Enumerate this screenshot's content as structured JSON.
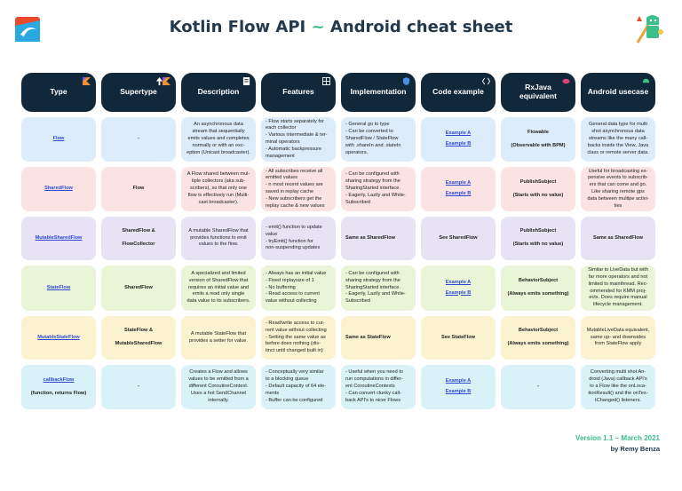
{
  "title": {
    "main": "Kotlin Flow API",
    "tilde": "~",
    "sub": "Android cheat sheet"
  },
  "headers": [
    "Type",
    "Supertype",
    "Description",
    "Features",
    "Implementation",
    "Code example",
    "RxJava equivalent",
    "Android usecase"
  ],
  "rows": [
    {
      "type": [
        "Flow"
      ],
      "supertype": [
        "-"
      ],
      "description": [
        "An asynchronous data",
        "stream that sequentially",
        "emits values and completes",
        "normally or with an exc-",
        "eption (Unicast broadcaster)."
      ],
      "features": [
        "- Flow starts separately for",
        "each collector",
        "- Various intermediate & ter-",
        "minal operators",
        "- Automatic backpressure",
        "management"
      ],
      "implementation": [
        "- General go to type",
        "- Can be converted to",
        "SharedFlow / StateFlow",
        "with .shareIn and .stateIn",
        "operators."
      ],
      "code": [
        "Example A",
        "Example B"
      ],
      "rx": [
        "Flowable",
        "",
        "(Observable with BPM)"
      ],
      "usecase": [
        "General data type for multi",
        "shot asynchronous data",
        "streams like the many call-",
        "backs inside the View, Java",
        "class or remote server data."
      ]
    },
    {
      "type": [
        "SharedFlow"
      ],
      "supertype": [
        "Flow"
      ],
      "description": [
        "A Flow shared between mul-",
        "tiple collectors (aka sub-",
        "scribers), so that only one",
        "flow is effectively run (Multi-",
        "cast broadcaster)."
      ],
      "features": [
        "- All subscribes receive all",
        "emitted values",
        "- n most recent values are",
        "saved in replay cache",
        "- New subscribers get the",
        "replay cache & new values"
      ],
      "implementation": [
        "- Can be configured with",
        "sharing strategy from the",
        "SharingStarted interface.",
        "- Eagerly, Lazily and While-",
        "Subscribed"
      ],
      "code": [
        "Example A",
        "Example B"
      ],
      "rx": [
        "PublishSubject",
        "",
        "(Starts with no value)"
      ],
      "usecase": [
        "Useful for broadcasting ex-",
        "pensive events to subscrib-",
        "ers that can come and go.",
        "Like sharing remote gps",
        "data between multipe activi-",
        "ties"
      ]
    },
    {
      "type": [
        "MutableSharedFlow"
      ],
      "supertype": [
        "SharedFlow &",
        "",
        "FlowCollector"
      ],
      "description": [
        "A mutable SharedFlow that",
        "provides functions to emit",
        "values to the flow."
      ],
      "features": [
        "- emit() function to update",
        "value",
        "- tryEmit() function for",
        "non-suspending updates"
      ],
      "implementation": [
        "Same as SharedFlow"
      ],
      "code": [
        "See SharedFlow"
      ],
      "rx": [
        "PublishSubject",
        "",
        "(Starts with no value)"
      ],
      "usecase": [
        "Same as SharedFlow"
      ]
    },
    {
      "type": [
        "StateFlow"
      ],
      "supertype": [
        "SharedFlow"
      ],
      "description": [
        "A specialized and limited",
        "version of SharedFlow that",
        "requires an initial value and",
        "emits a read only single",
        "data value to its subscribers."
      ],
      "features": [
        "- Always has an initial value",
        "- Fixed replaysize of 1",
        "- No buffering",
        "- Read access to current",
        "value without collecting"
      ],
      "implementation": [
        "- Can be configured with",
        "sharing strategy from the",
        "SharingStarted interface.",
        "- Eagerly, Lazily and While-",
        "Subscribed"
      ],
      "code": [
        "Example A",
        "Example B"
      ],
      "rx": [
        "BehaviorSubject",
        "",
        "(Always emits something)"
      ],
      "usecase": [
        "Similar to LiveData but with",
        "far more operators and not",
        "limited to mainthread. Rec-",
        "ommended for KMM proj-",
        "ects. Does require manual",
        "lifecycle management."
      ]
    },
    {
      "type": [
        "MutableStateFlow"
      ],
      "supertype": [
        "StateFlow &",
        "",
        "MutableSharedFlow"
      ],
      "description": [
        "A mutable StateFlow that",
        "provides a setter for value."
      ],
      "features": [
        "- Read/write access to cur-",
        "rent value without collecting",
        "- Setting the same value as",
        "before does nothing (dis-",
        "tinct until changed built in)"
      ],
      "implementation": [
        "Same as StateFlow"
      ],
      "code": [
        "See StateFlow"
      ],
      "rx": [
        "BehaviorSubject",
        "",
        "(Always emits something)"
      ],
      "usecase": [
        "MutableLiveData equivalent,",
        "same up- and downsides",
        "from StateFlow apply"
      ]
    },
    {
      "type": [
        "callbackFlow",
        "",
        "(function, returns Flow)"
      ],
      "supertype": [
        "-"
      ],
      "description": [
        "Creates a Flow and allows",
        "values to be emitted from a",
        "different CoroutineContext.",
        "Uses a hot SendChannel",
        "internally."
      ],
      "features": [
        "- Conceptually very similar",
        "to a blocking queue",
        "- Default capacity of 64 ele-",
        "ments",
        "- Buffer can be configured"
      ],
      "implementation": [
        "- Useful when you need to",
        "run computations in differ-",
        "ent CoroutineContexts",
        "- Can convert clunky call-",
        "back API's to nicer Flows"
      ],
      "code": [
        "Example A",
        "Example B"
      ],
      "rx": [
        "-"
      ],
      "usecase": [
        "Converting multi shot An-",
        "droid (Java) callback API's",
        "to a Flow like the onLoca-",
        "tionResult() and the onTex-",
        "tChanged() listeners."
      ]
    }
  ],
  "footer": {
    "version": "Version 1.1 ~ March 2021",
    "author": "by Remy Benza"
  },
  "colors": {
    "header_bg": "#11273a",
    "accent_green": "#3dbe8a",
    "title": "#23394d",
    "link": "#2f49d6",
    "row_bg": [
      "#dcecfa",
      "#fbe3e3",
      "#e7e3f5",
      "#e9f5d6",
      "#fbf3cf",
      "#d9f2f7"
    ]
  },
  "icons": [
    "brand-logo-icon",
    "kotlin-icon",
    "arrow-up-icon",
    "document-icon",
    "grid-icon",
    "shield-icon",
    "code-bracket-icon",
    "lips-icon",
    "android-icon",
    "android-mascot-art"
  ]
}
